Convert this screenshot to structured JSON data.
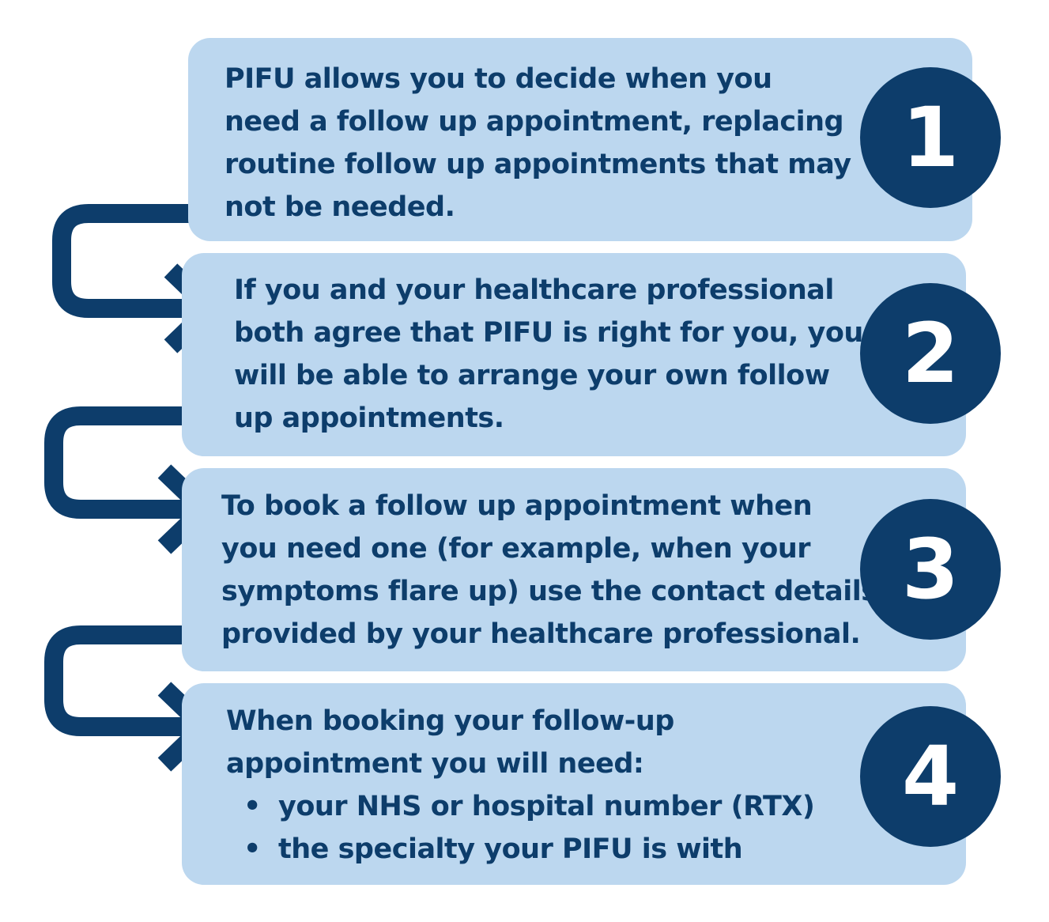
{
  "colors": {
    "box_fill": "#bcd7ef",
    "accent": "#0d3d6b",
    "badge_text": "#ffffff"
  },
  "steps": [
    {
      "number": "1",
      "lines": [
        "PIFU allows you to decide when you",
        "need a follow up appointment, replacing",
        "routine follow up appointments that may",
        "not be needed."
      ]
    },
    {
      "number": "2",
      "lines": [
        "If you and your healthcare professional",
        "both agree that PIFU is right for you, you",
        "will be able to arrange your own follow",
        "up appointments."
      ]
    },
    {
      "number": "3",
      "lines": [
        "To book a follow up appointment when",
        "you need one (for example, when your",
        "symptoms flare up) use the contact details",
        "provided by your healthcare professional."
      ]
    },
    {
      "number": "4",
      "lines": [
        "When booking your follow-up",
        "appointment you will need:"
      ],
      "bullets": [
        "your NHS or hospital number (RTX)",
        "the specialty your PIFU is with"
      ]
    }
  ]
}
